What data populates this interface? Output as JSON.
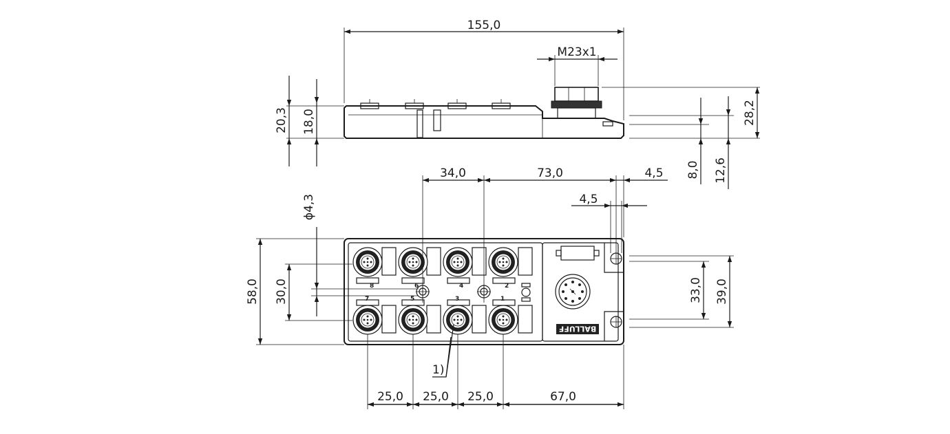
{
  "dimensions": {
    "overall_length": "155,0",
    "thread": "M23x1",
    "height_20_3": "20,3",
    "height_18_0": "18,0",
    "height_28_2": "28,2",
    "height_8_0": "8,0",
    "height_12_6": "12,6",
    "pitch_34_0": "34,0",
    "pitch_73_0": "73,0",
    "offset_4_5_top": "4,5",
    "offset_4_5_mid": "4,5",
    "hole_diameter": "ϕ4,3",
    "width_58_0": "58,0",
    "width_30_0": "30,0",
    "width_33_0": "33,0",
    "width_39_0": "39,0",
    "spacing_1": "25,0",
    "spacing_2": "25,0",
    "spacing_3": "25,0",
    "length_67_0": "67,0"
  },
  "callout": "1)",
  "ports": {
    "top_row": [
      "8",
      "6",
      "4",
      "2"
    ],
    "bottom_row": [
      "7",
      "5",
      "3",
      "1"
    ]
  },
  "brand": "BALLUFF"
}
